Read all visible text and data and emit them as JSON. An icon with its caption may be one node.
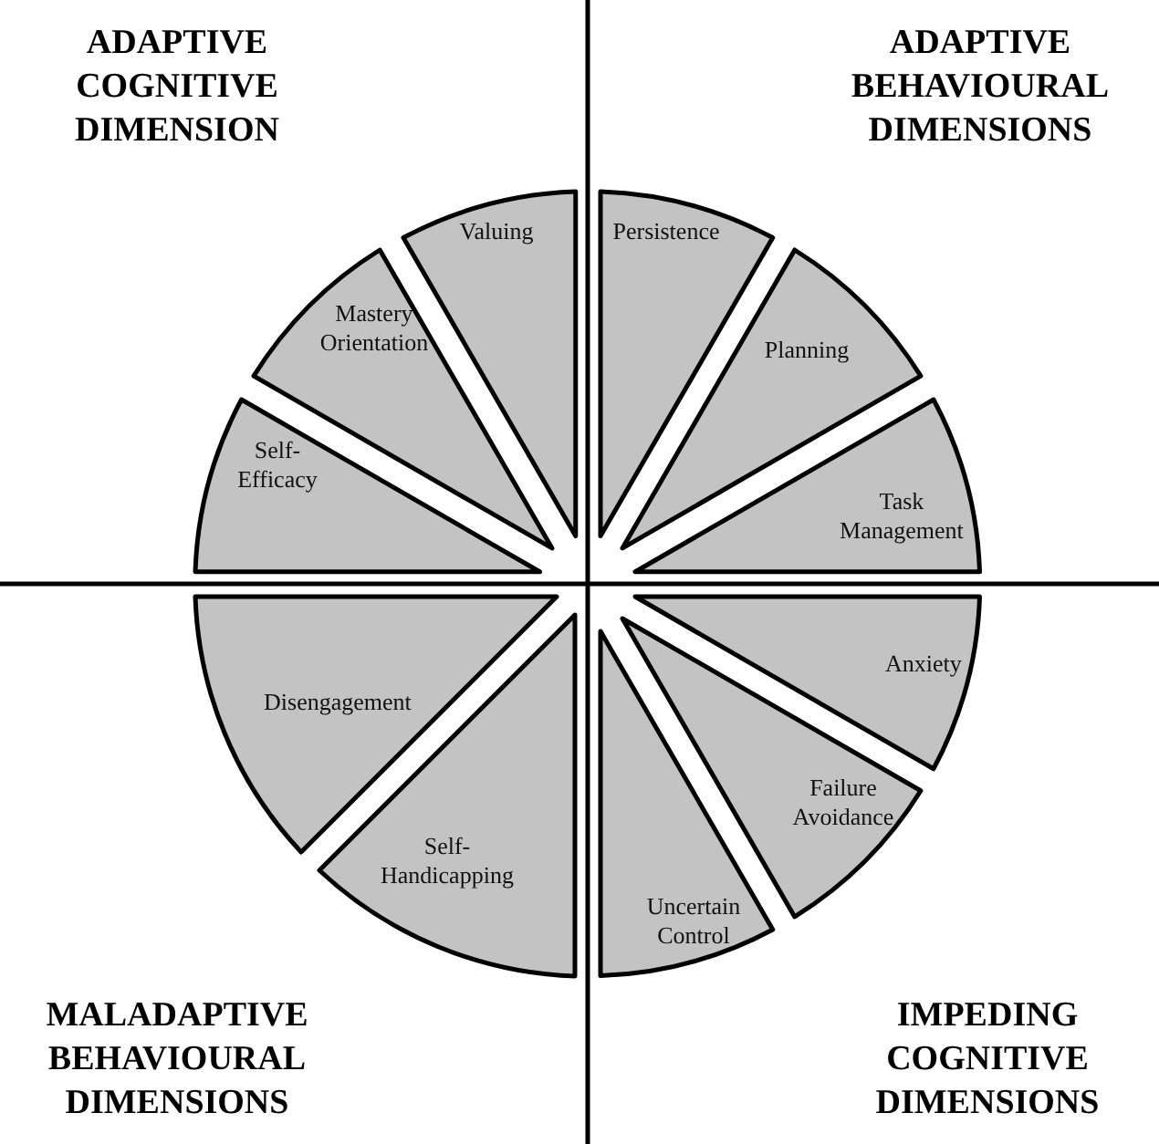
{
  "diagram": {
    "nodes": [
      {
        "text": [
          "Self-Efficacy"
        ]
      },
      {
        "text": [
          "Mastery Orientation"
        ]
      },
      {
        "text": [
          "Valuing"
        ]
      },
      {
        "text": [
          "Persistence"
        ]
      },
      {
        "text": [
          "Planning"
        ]
      },
      {
        "text": [
          "Task Management"
        ]
      },
      {
        "text": [
          "Anxiety"
        ]
      },
      {
        "text": [
          "Failure Avoidance"
        ]
      },
      {
        "text": [
          "Uncertain Control"
        ]
      },
      {
        "text": [
          "Self-Handicapping"
        ]
      },
      {
        "text": [
          "Disengagement"
        ]
      }
    ],
    "labels": [
      "ADAPTIVE COGNITIVE DIMENSION",
      "ADAPTIVE BEHAVIOURAL DIMENSIONS",
      "MALADAPTIVE BEHAVIOURAL DIMENSIONS",
      "IMPEDING COGNITIVE DIMENSIONS"
    ]
  }
}
